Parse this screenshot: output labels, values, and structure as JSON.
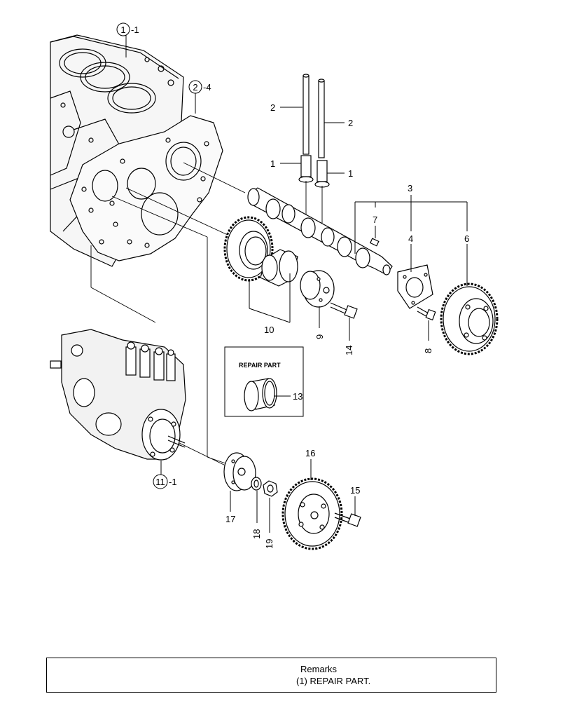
{
  "callouts": {
    "cylinder_block": {
      "circled": "1",
      "suffix": "-1"
    },
    "gear_case": {
      "circled": "2",
      "suffix": "-4"
    },
    "fuel_pump": {
      "circled": "11",
      "suffix": "-1"
    }
  },
  "parts": {
    "push_rod_left": "2",
    "push_rod_right": "2",
    "tappet_left": "1",
    "tappet_right": "1",
    "camshaft_assembly": "3",
    "key": "7",
    "thrust_plate": "4",
    "cam_gear": "6",
    "idle_gear": "10",
    "idle_gear_shaft": "9",
    "bolt_14": "14",
    "bolt_8": "8",
    "bushing": "13",
    "pump_gear": "16",
    "bolt_15": "15",
    "pump_flange": "17",
    "washer": "18",
    "nut": "19"
  },
  "repair_part": {
    "title": "REPAIR PART"
  },
  "remarks": {
    "title": "Remarks",
    "line1": "(1) REPAIR PART."
  }
}
